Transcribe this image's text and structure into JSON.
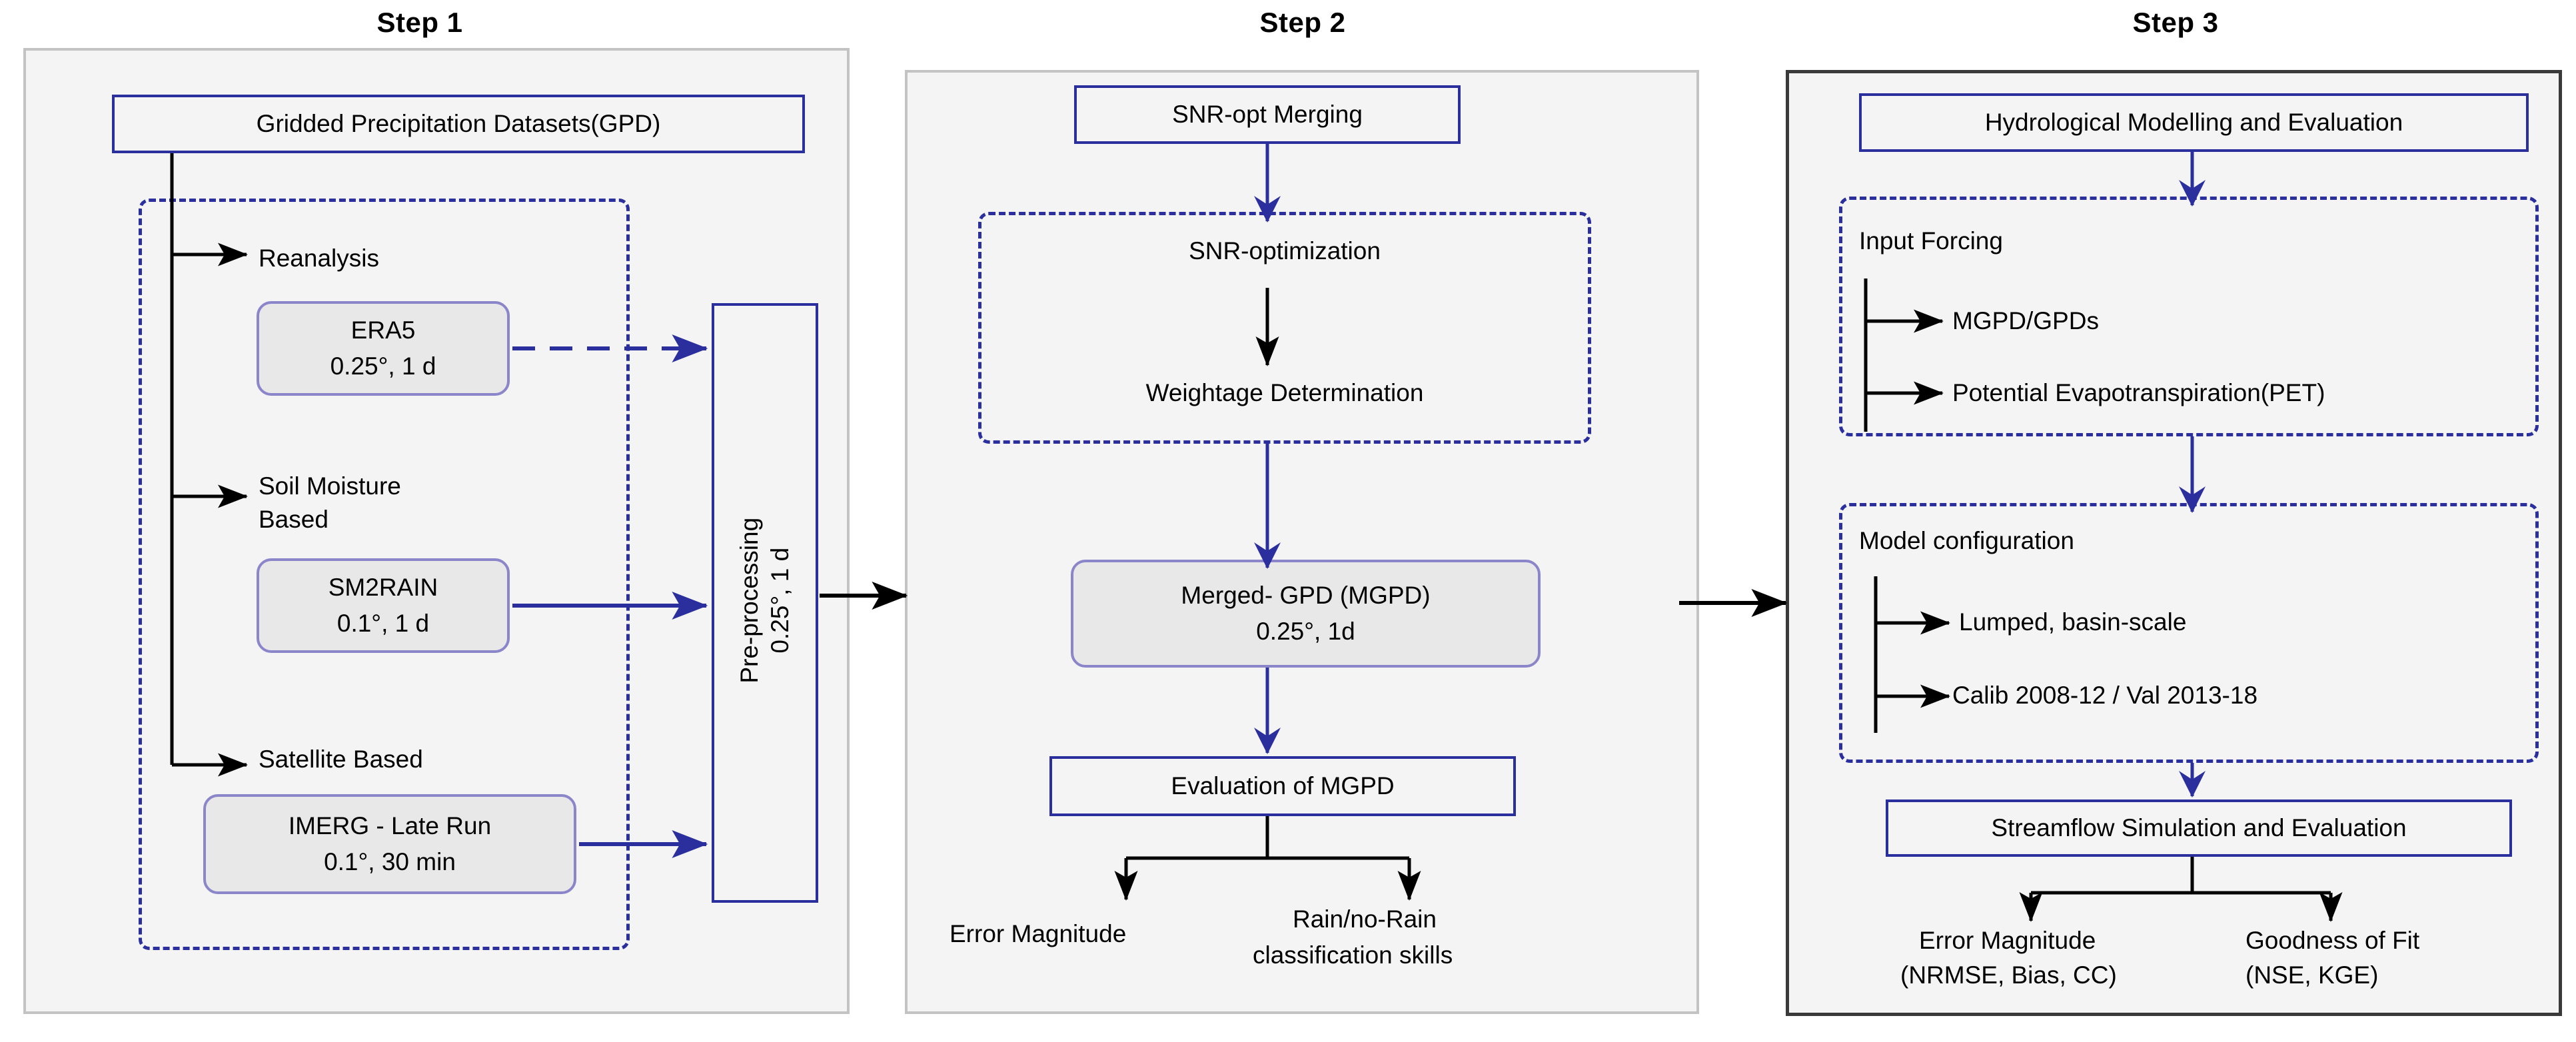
{
  "steps": [
    {
      "title": "Step 1"
    },
    {
      "title": "Step 2"
    },
    {
      "title": "Step 3"
    }
  ],
  "step1": {
    "header": "Gridded Precipitation Datasets(GPD)",
    "categories": [
      {
        "label": "Reanalysis"
      },
      {
        "label": "Soil Moisture\nBased"
      },
      {
        "label": "Satellite Based"
      }
    ],
    "cat1_label": "Reanalysis",
    "cat2_label_line1": "Soil Moisture",
    "cat2_label_line2": "Based",
    "cat3_label": "Satellite Based",
    "datasets": [
      {
        "name": "ERA5",
        "resolution": "0.25°, 1 d"
      },
      {
        "name": "SM2RAIN",
        "resolution": "0.1°, 1 d"
      },
      {
        "name": "IMERG - Late Run",
        "resolution": "0.1°, 30 min"
      }
    ],
    "preprocessing_line1": "Pre-processing",
    "preprocessing_line2": "0.25°, 1 d"
  },
  "step2": {
    "header": "SNR-opt Merging",
    "group_items": [
      "SNR-optimization",
      "Weightage Determination"
    ],
    "merged": {
      "name": "Merged- GPD (MGPD)",
      "resolution": "0.25°, 1d"
    },
    "evaluation": "Evaluation of MGPD",
    "outcomes": [
      "Error Magnitude",
      "Rain/no-Rain\nclassification skills"
    ],
    "outcome1": "Error Magnitude",
    "outcome2_line1": "Rain/no-Rain",
    "outcome2_line2": "classification skills"
  },
  "step3": {
    "header": "Hydrological Modelling and Evaluation",
    "input_forcing": {
      "title": "Input Forcing",
      "items": [
        "MGPD/GPDs",
        "Potential Evapotranspiration(PET)"
      ]
    },
    "model_configuration": {
      "title": "Model configuration",
      "items": [
        "Lumped, basin-scale",
        "Calib 2008-12 / Val 2013-18"
      ]
    },
    "streamflow": "Streamflow Simulation and Evaluation",
    "metrics": [
      {
        "line1": "Error Magnitude",
        "line2": "(NRMSE, Bias, CC)"
      },
      {
        "line1": "Goodness of Fit",
        "line2": "(NSE, KGE)"
      }
    ]
  },
  "colors": {
    "accent_blue": "#2b2f9e",
    "node_purple": "#8b85c9",
    "node_fill": "#e8e8e8",
    "panel_fill": "#f4f4f4",
    "panel_border_gray": "#c3c3c3",
    "panel_border_dark": "#3a3a3a",
    "text": "#000000"
  }
}
